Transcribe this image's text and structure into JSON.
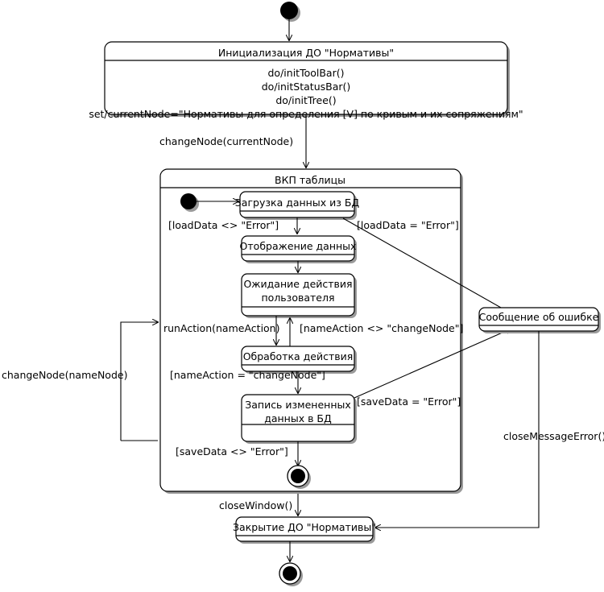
{
  "diagram": {
    "type": "uml-state-machine",
    "title": "",
    "background_color": "#ffffff",
    "line_color": "#000000",
    "shadow_color": "#9a9a9a"
  },
  "states": {
    "init_do": {
      "name": "Инициализация ДО \"Нормативы\"",
      "actions": [
        "do/initToolBar()",
        "do/initStatusBar()",
        "do/initTree()",
        "set/currentNode=\"Нормативы для определения [V] по кривым и их сопряжениям\""
      ]
    },
    "composite": {
      "name": "ВКП таблицы"
    },
    "load_data": {
      "name": "Загрузка данных из БД"
    },
    "show_data": {
      "name": "Отображение данных"
    },
    "wait_action": {
      "name_line1": "Ожидание действия",
      "name_line2": "пользователя"
    },
    "process_action": {
      "name": "Обработка действия"
    },
    "save_data": {
      "name_line1": "Запись измененных",
      "name_line2": "данных в БД"
    },
    "error_message": {
      "name": "Сообщение об ошибке"
    },
    "close_do": {
      "name": "Закрытие ДО \"Нормативы\""
    }
  },
  "transitions": [
    {
      "id": "t-start-init",
      "label": ""
    },
    {
      "id": "t-init-composite",
      "label": "changeNode(currentNode)"
    },
    {
      "id": "t-initdot-load",
      "label": ""
    },
    {
      "id": "t-load-show",
      "label": "[loadData <> \"Error\"]"
    },
    {
      "id": "t-load-error",
      "label": "[loadData = \"Error\"]"
    },
    {
      "id": "t-show-wait",
      "label": ""
    },
    {
      "id": "t-wait-process",
      "label": "runAction(nameAction)"
    },
    {
      "id": "t-process-wait",
      "label": "[nameAction <> \"changeNode\"]"
    },
    {
      "id": "t-process-save",
      "label": "[nameAction = \"changeNode\"]"
    },
    {
      "id": "t-save-error",
      "label": "[saveData = \"Error\"]"
    },
    {
      "id": "t-save-final",
      "label": "[saveData <> \"Error\"]"
    },
    {
      "id": "t-loop-changenode",
      "label": "changeNode(nameNode)"
    },
    {
      "id": "t-composite-close",
      "label": "closeWindow()"
    },
    {
      "id": "t-error-close",
      "label": "closeMessageError()"
    },
    {
      "id": "t-close-final",
      "label": ""
    }
  ]
}
